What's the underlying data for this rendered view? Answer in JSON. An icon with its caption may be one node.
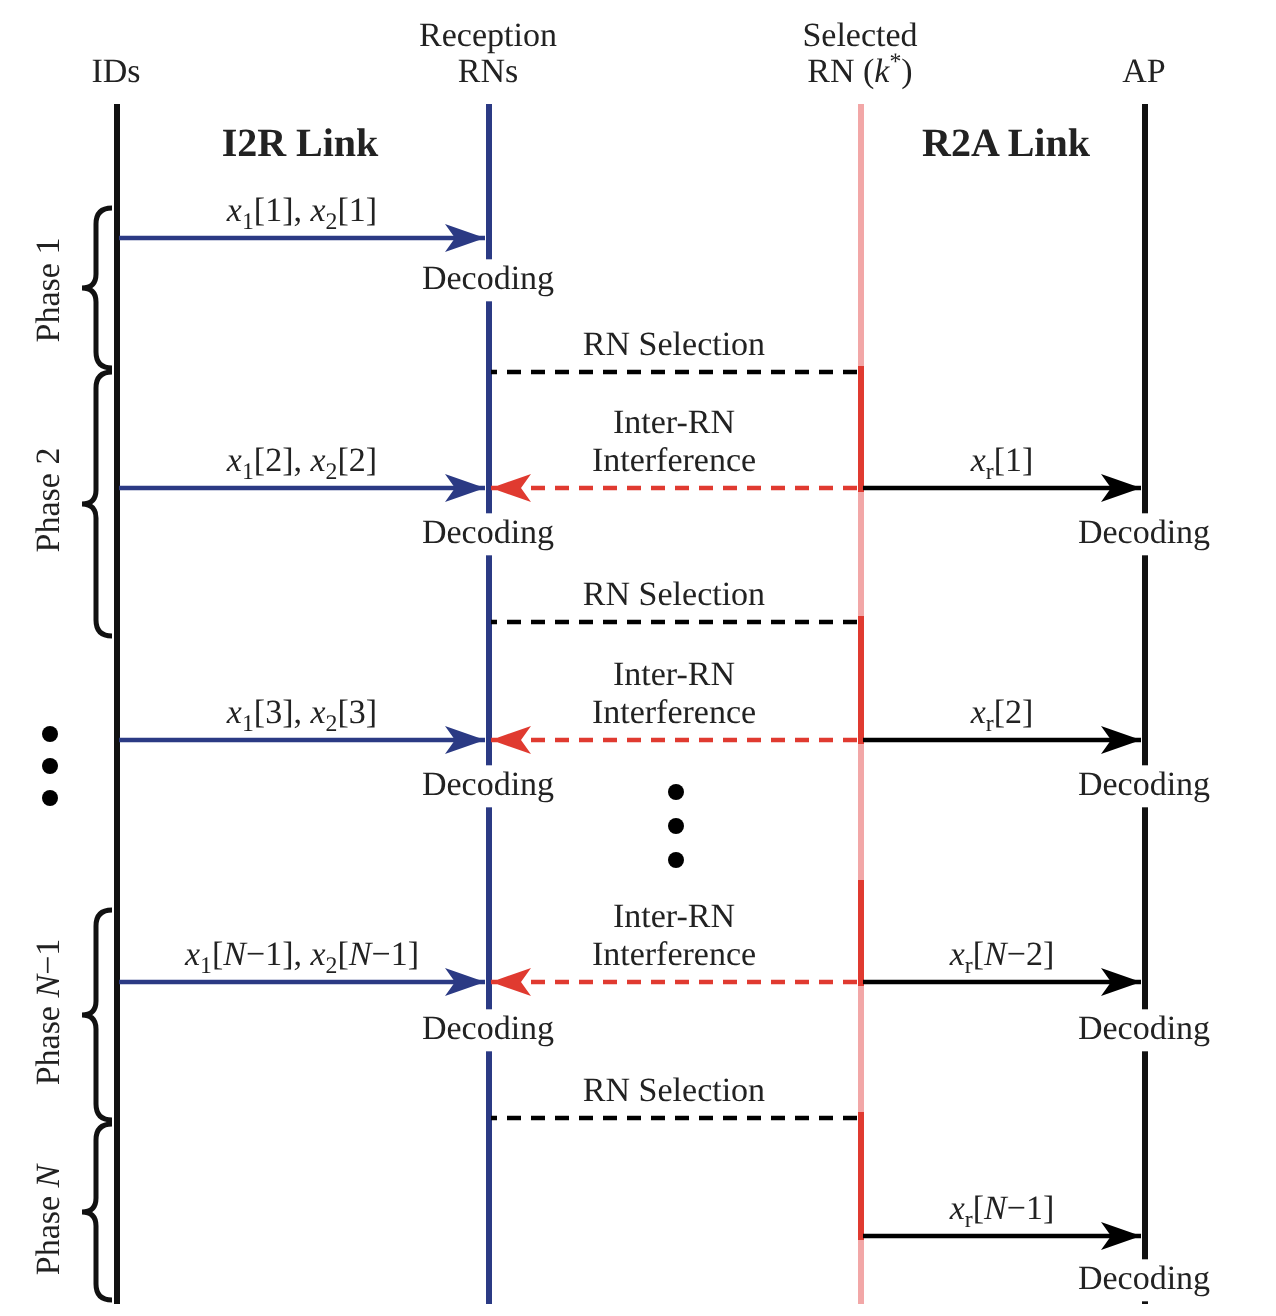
{
  "diagram": {
    "nodes": [
      {
        "text": [
          "IDs"
        ]
      },
      {
        "text": [
          "Reception RNs"
        ]
      },
      {
        "text": [
          "Selected RN (*k*$^{*}$)"
        ]
      },
      {
        "text": [
          "AP"
        ]
      }
    ],
    "edges": [
      {
        "from": 0,
        "to": 1,
        "arrow": "to",
        "label": "*x*$_{1}$[1], *x*$_{2}$[1]",
        "color": "#2b3a84"
      },
      {
        "from": 2,
        "to": 1,
        "arrow": "none",
        "label": "RN Selection",
        "style": "dashed"
      },
      {
        "from": 0,
        "to": 1,
        "arrow": "to",
        "label": "*x*$_{1}$[2], *x*$_{2}$[2]",
        "color": "#2b3a84"
      },
      {
        "from": 2,
        "to": 1,
        "arrow": "to",
        "label": "Inter-RN Interference",
        "style": "dashed",
        "color": "#e03a30"
      },
      {
        "from": 2,
        "to": 3,
        "arrow": "to",
        "label": "*x*$_{r}$[1]"
      },
      {
        "from": 2,
        "to": 1,
        "arrow": "none",
        "label": "RN Selection",
        "style": "dashed"
      },
      {
        "from": 0,
        "to": 1,
        "arrow": "to",
        "label": "*x*$_{1}$[3], *x*$_{2}$[3]",
        "color": "#2b3a84"
      },
      {
        "from": 2,
        "to": 1,
        "arrow": "to",
        "label": "Inter-RN Interference",
        "style": "dashed",
        "color": "#e03a30"
      },
      {
        "from": 2,
        "to": 3,
        "arrow": "to",
        "label": "*x*$_{r}$[2]"
      },
      {
        "from": 0,
        "to": 1,
        "arrow": "to",
        "label": "*x*$_{1}$[*N*−1], *x*$_{2}$[*N*−1]",
        "color": "#2b3a84"
      },
      {
        "from": 2,
        "to": 1,
        "arrow": "to",
        "label": "Inter-RN Interference",
        "style": "dashed",
        "color": "#e03a30"
      },
      {
        "from": 2,
        "to": 3,
        "arrow": "to",
        "label": "*x*$_{r}$[*N*−2]"
      },
      {
        "from": 2,
        "to": 1,
        "arrow": "none",
        "label": "RN Selection",
        "style": "dashed"
      },
      {
        "from": 2,
        "to": 3,
        "arrow": "to",
        "label": "*x*$_{r}$[*N*−1]"
      }
    ],
    "labels": [
      "I2R Link",
      "R2A Link",
      "Phase 1",
      "Decoding",
      "Phase 2",
      "Decoding",
      "Decoding",
      "Decoding",
      "Decoding",
      "Phase *N*−1",
      "Decoding",
      "Decoding",
      "Phase *N*",
      "Decoding"
    ]
  }
}
